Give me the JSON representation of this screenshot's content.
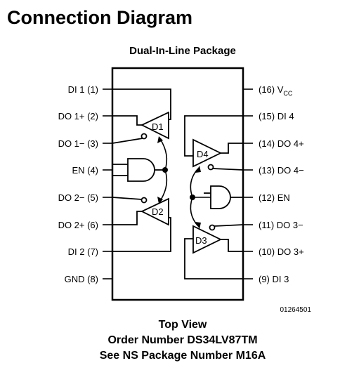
{
  "title": "Connection Diagram",
  "package": "Dual-In-Line Package",
  "pins_left": [
    {
      "label": "DI 1 (1)"
    },
    {
      "label": "DO 1+ (2)"
    },
    {
      "label": "DO 1− (3)"
    },
    {
      "label": "EN (4)"
    },
    {
      "label": "DO 2− (5)"
    },
    {
      "label": "DO 2+ (6)"
    },
    {
      "label": "DI 2 (7)"
    },
    {
      "label": "GND (8)"
    }
  ],
  "pins_right": [
    {
      "num": "(16)",
      "label": "V",
      "sub": "CC"
    },
    {
      "num": "(15)",
      "label": "DI 4"
    },
    {
      "num": "(14)",
      "label": "DO 4+"
    },
    {
      "num": "(13)",
      "label": "DO 4−"
    },
    {
      "num": "(12)",
      "label": "EN"
    },
    {
      "num": "(11)",
      "label": "DO 3−"
    },
    {
      "num": "(10)",
      "label": "DO 3+"
    },
    {
      "num": "(9)",
      "label": "DI 3"
    }
  ],
  "drivers": {
    "d1": "D1",
    "d2": "D2",
    "d3": "D3",
    "d4": "D4"
  },
  "figure_id": "01264501",
  "footer": {
    "line1": "Top View",
    "line2": "Order Number DS34LV87TM",
    "line3": "See NS Package Number M16A"
  }
}
